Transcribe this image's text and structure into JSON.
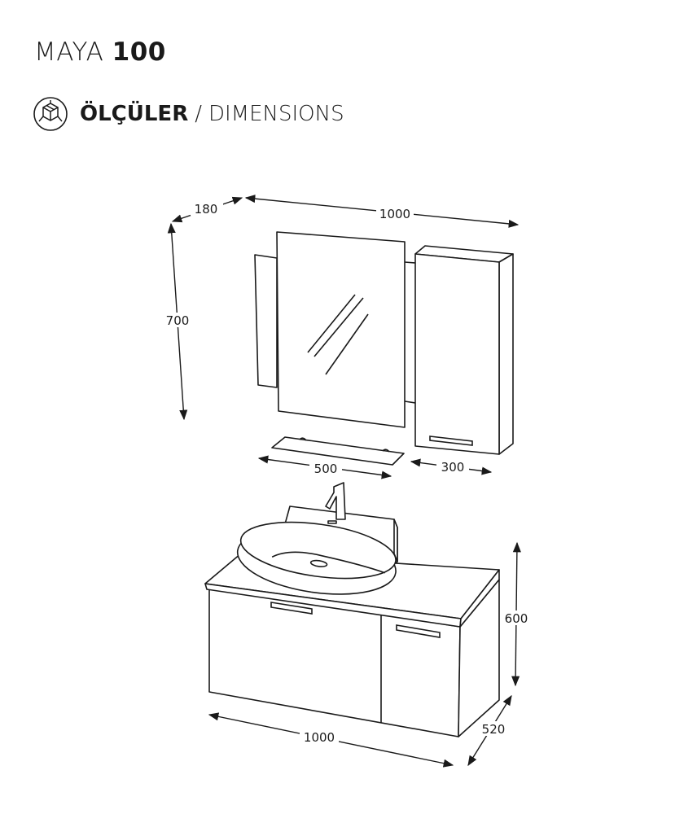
{
  "title": {
    "model": "MAYA",
    "size": "100"
  },
  "heading": {
    "primary": "ÖLÇÜLER",
    "separator": "/",
    "secondary": "DIMENSIONS",
    "icon": "dimensions-cube-icon"
  },
  "dimensions": {
    "mirror_depth": "180",
    "top_width": "1000",
    "mirror_height": "700",
    "shelf_width": "500",
    "cabinet_width": "300",
    "base_height": "600",
    "base_depth": "520",
    "base_width": "1000"
  }
}
